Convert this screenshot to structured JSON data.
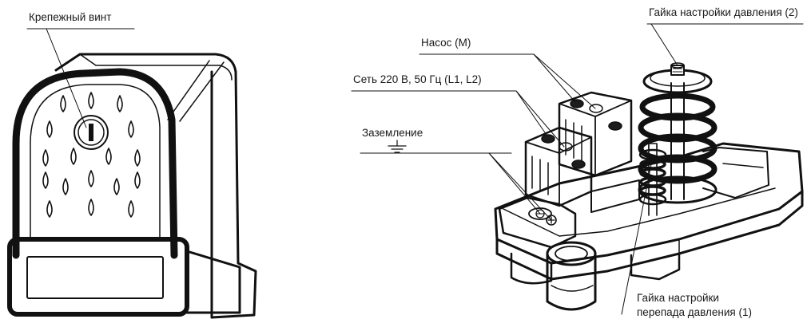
{
  "labels": {
    "cover_screw": "Крепежный винт",
    "adjust_nut_2": "Гайка настройки давления (2)",
    "pump": "Насос (M)",
    "mains": "Сеть 220 В, 50 Гц (L1, L2)",
    "ground": "Заземление",
    "diff_nut_line1": "Гайка настройки",
    "diff_nut_line2": "перепада давления (1)"
  },
  "colors": {
    "stroke": "#111111",
    "fill_dark": "#1c1c1c",
    "fill_light": "#ffffff",
    "fill_gray": "#e6e6e6"
  }
}
